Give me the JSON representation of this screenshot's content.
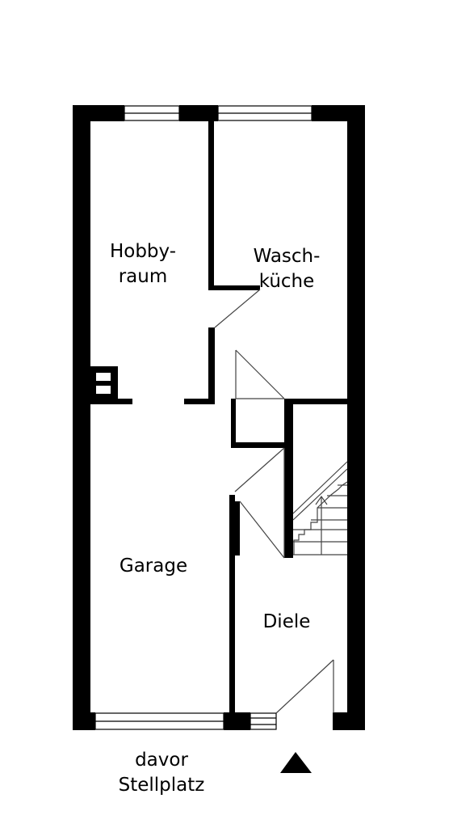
{
  "rooms": {
    "hobby_line1": "Hobby-",
    "hobby_line2": "raum",
    "wasch_line1": "Wasch-",
    "wasch_line2": "küche",
    "garage": "Garage",
    "diele": "Diele"
  },
  "outside": {
    "line1": "davor",
    "line2": "Stellplatz"
  },
  "colors": {
    "wall": "#000000",
    "line": "#3a3a3a",
    "background": "#ffffff"
  },
  "icons": {
    "entrance": "triangle-up-icon"
  }
}
